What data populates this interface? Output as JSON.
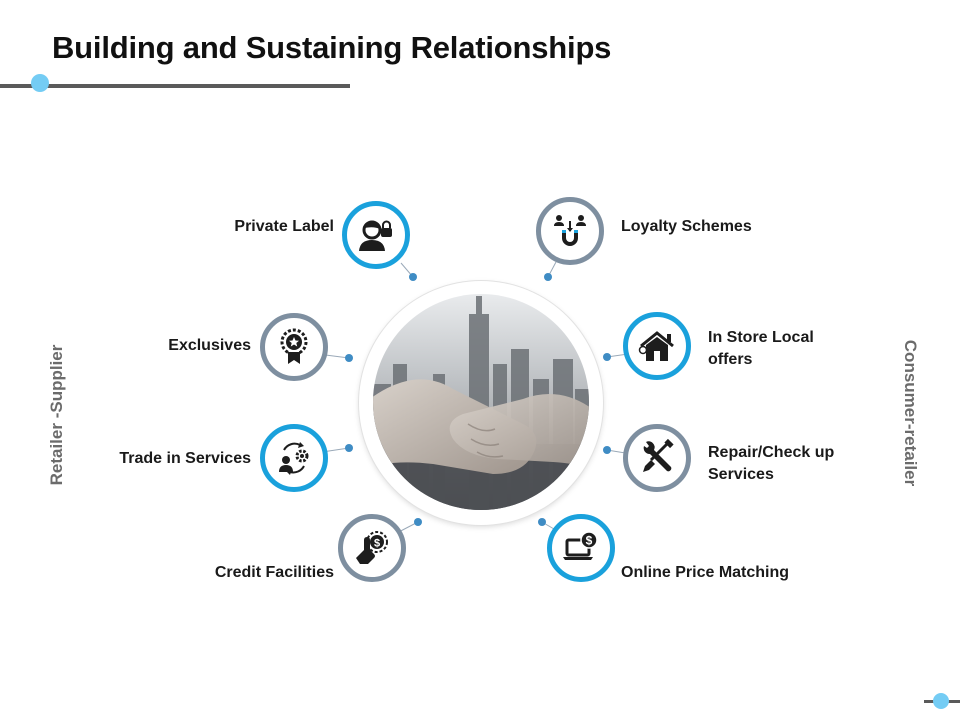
{
  "title": "Building and Sustaining Relationships",
  "side_labels": {
    "left": "Retailer -Supplier",
    "right": "Consumer-retailer"
  },
  "center_image": "handshake-over-city-skyline",
  "colors": {
    "accent_blue": "#1aa1dc",
    "ring_gray": "#7e8fa0",
    "dot_light_blue": "#74ccf4",
    "connector_dot": "#3f8cc4"
  },
  "items": {
    "private_label": {
      "label": "Private Label",
      "icon": "person-lock-icon"
    },
    "exclusives": {
      "label": "Exclusives",
      "icon": "award-badge-icon"
    },
    "trade_in_services": {
      "label": "Trade in Services",
      "icon": "person-gear-cycle-icon"
    },
    "credit_facilities": {
      "label": "Credit Facilities",
      "icon": "hand-dollar-coin-icon"
    },
    "loyalty_schemes": {
      "label": "Loyalty Schemes",
      "icon": "magnet-people-icon"
    },
    "in_store_local_offers": {
      "line1": "In Store Local",
      "line2": "offers",
      "icon": "store-house-icon"
    },
    "repair_check_up_services": {
      "line1": "Repair/Check up",
      "line2": "Services",
      "icon": "wrench-screwdriver-icon"
    },
    "online_price_matching": {
      "label": "Online Price Matching",
      "icon": "laptop-dollar-icon"
    }
  }
}
